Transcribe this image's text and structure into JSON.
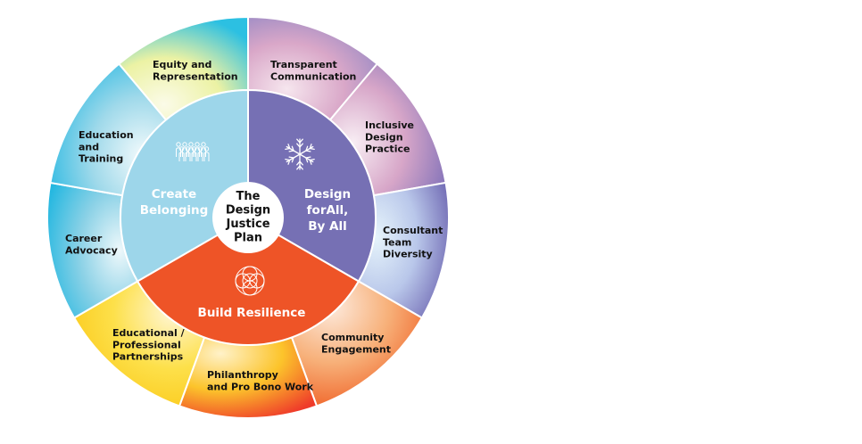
{
  "diagram": {
    "center": {
      "lines": [
        "The",
        "Design",
        "Justice",
        "Plan"
      ]
    },
    "pillars": [
      {
        "id": "belonging",
        "lines": [
          "Create",
          "Belonging"
        ],
        "icon": "people-group-icon",
        "color": "#9dd6ea"
      },
      {
        "id": "design",
        "lines": [
          "Design",
          "forAll,",
          "By All"
        ],
        "icon": "snowflake-icon",
        "color": "#7670b4"
      },
      {
        "id": "resilience",
        "lines": [
          "Build Resilience"
        ],
        "icon": "interlocking-circles-icon",
        "color": "#ee5427"
      }
    ],
    "segments": [
      {
        "lines": [
          "Transparent",
          "Communication"
        ]
      },
      {
        "lines": [
          "Inclusive",
          "Design",
          "Practice"
        ]
      },
      {
        "lines": [
          "Consultant",
          "Team",
          "Diversity"
        ]
      },
      {
        "lines": [
          "Community",
          "Engagement"
        ]
      },
      {
        "lines": [
          "Philanthropy",
          "and Pro Bono Work"
        ]
      },
      {
        "lines": [
          "Educational /",
          "Professional",
          "Partnerships"
        ]
      },
      {
        "lines": [
          "Career",
          "Advocacy"
        ]
      },
      {
        "lines": [
          "Education",
          "and",
          "Training"
        ]
      },
      {
        "lines": [
          "Equity and",
          "Representation"
        ]
      }
    ]
  }
}
